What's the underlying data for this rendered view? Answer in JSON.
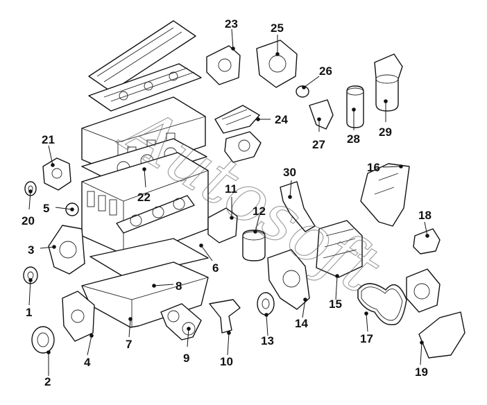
{
  "diagram": {
    "callouts": [
      "1",
      "2",
      "3",
      "4",
      "5",
      "6",
      "7",
      "8",
      "9",
      "10",
      "11",
      "12",
      "13",
      "14",
      "15",
      "16",
      "17",
      "18",
      "19",
      "20",
      "21",
      "22",
      "23",
      "24",
      "25",
      "26",
      "27",
      "28",
      "29",
      "30"
    ],
    "watermark": "Autosoft"
  }
}
